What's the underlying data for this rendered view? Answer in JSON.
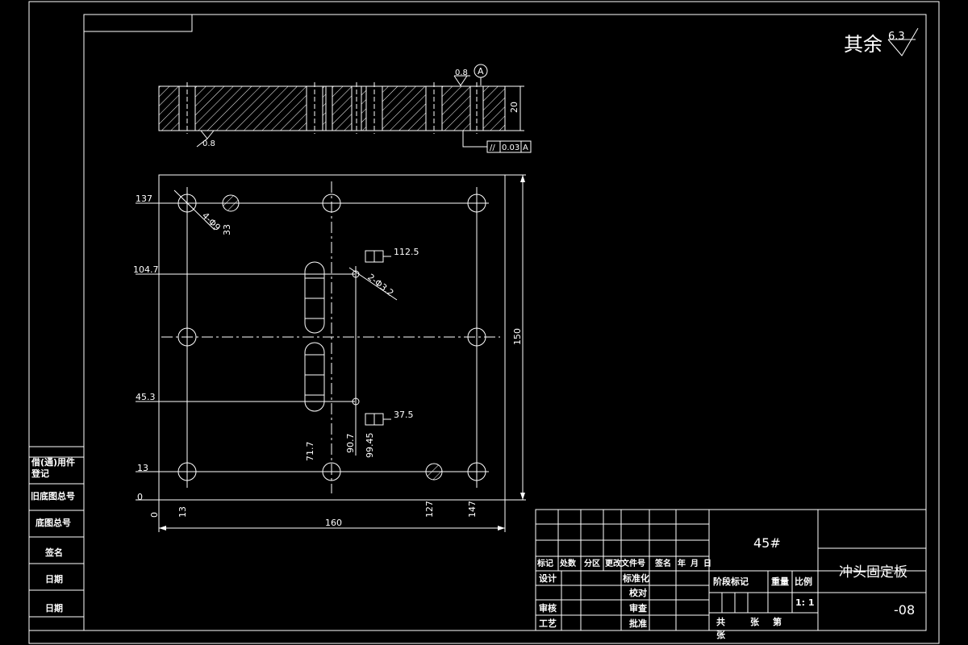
{
  "roughness": {
    "label": "其余",
    "value": "6.3"
  },
  "section_view": {
    "flatness_symbol_value": "0.8",
    "bottom_roughness_value": "0.8",
    "datum_letter": "A",
    "thickness_dim": "20",
    "tolerance_frame": {
      "symbol": "//",
      "value": "0.03",
      "datum": "A"
    }
  },
  "plan_view": {
    "y_ordinates": [
      "137",
      "104.7",
      "45.3",
      "13",
      "0"
    ],
    "x_ordinates": [
      "0",
      "13",
      "127",
      "147"
    ],
    "overall_width": "160",
    "overall_height": "150",
    "hole_note_1": "4-Φ9",
    "hole_note_2": "2-Φ3.2",
    "dim_33": "33",
    "dim_71_7": "71.7",
    "dim_90_7": "90.7",
    "dim_99_45": "99.45",
    "pin_upper_label": "112.5",
    "pin_lower_label": "37.5"
  },
  "side_labels": [
    "借(通)用件登记",
    "旧底图总号",
    "底图总号",
    "签名",
    "日期",
    "日期"
  ],
  "title_block": {
    "material": "45#",
    "part_name": "冲头固定板",
    "drawing_no": "-08",
    "scale": "1: 1",
    "revision_headers": [
      "标记",
      "处数",
      "分区",
      "更改文件号",
      "签名",
      "年",
      "月",
      "日"
    ],
    "sign_rows": {
      "design": "设计",
      "standardize": "标准化",
      "proofread": "校对",
      "review": "审核",
      "process": "工艺",
      "approve": "批准",
      "audit": "审查"
    },
    "stage_headers": [
      "阶段标记",
      "重量",
      "比例"
    ],
    "sheet_total": "共",
    "sheet_unit": "张",
    "sheet_no": "第",
    "sheet_unit2": "张"
  }
}
